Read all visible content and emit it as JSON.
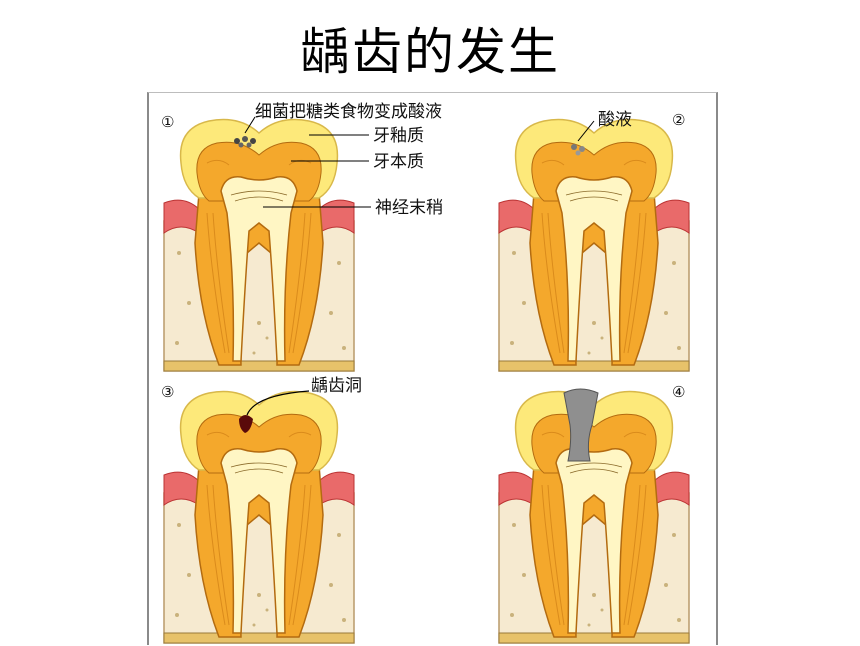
{
  "title": "龋齿的发生",
  "panels": [
    {
      "number": "①",
      "labels": {
        "bacteria": "细菌把糖类食物变成酸液",
        "enamel": "牙釉质",
        "dentin": "牙本质",
        "nerve": "神经末稍"
      }
    },
    {
      "number": "②",
      "labels": {
        "acid": "酸液"
      }
    },
    {
      "number": "③",
      "labels": {
        "cavity": "龋齿洞"
      }
    },
    {
      "number": "④",
      "labels": {}
    }
  ],
  "colors": {
    "enamel": "#fde97a",
    "dentin": "#f4a82c",
    "pulp": "#fff6c4",
    "gum": "#e96a6a",
    "bone": "#f6ead0",
    "cavity": "#5a0a0a",
    "decay": "#8f8f8f"
  }
}
